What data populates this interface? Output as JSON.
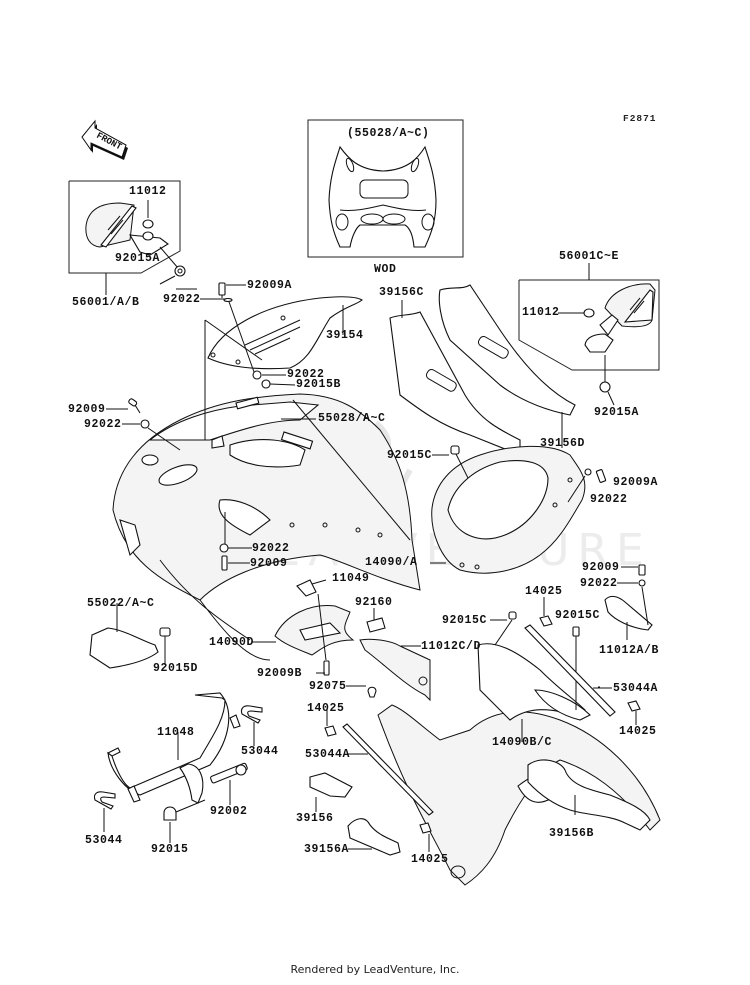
{
  "figure": {
    "number": "F2871",
    "front_indicator": "FRONT",
    "footer": "Rendered by LeadVenture, Inc.",
    "watermark": "LEADVENTURE"
  },
  "insets": {
    "wod": {
      "caption": "(55028/A~C)",
      "note": "WOD"
    },
    "left_mirror_box": {
      "parts": [
        "11012",
        "92015A"
      ],
      "assembly": "56001/A/B"
    },
    "right_mirror_box": {
      "parts": [
        "11012",
        "92015A"
      ],
      "assembly": "56001C~E"
    }
  },
  "labels": [
    {
      "id": "l01",
      "text": "11012"
    },
    {
      "id": "l02",
      "text": "92015A"
    },
    {
      "id": "l03",
      "text": "56001/A/B"
    },
    {
      "id": "l04",
      "text": "92009A"
    },
    {
      "id": "l05",
      "text": "92022"
    },
    {
      "id": "l06",
      "text": "39154"
    },
    {
      "id": "l07",
      "text": "92022"
    },
    {
      "id": "l08",
      "text": "92015B"
    },
    {
      "id": "l09",
      "text": "92009"
    },
    {
      "id": "l10",
      "text": "92022"
    },
    {
      "id": "l11",
      "text": "55028/A~C"
    },
    {
      "id": "l12",
      "text": "(55028/A~C)"
    },
    {
      "id": "l13",
      "text": "WOD"
    },
    {
      "id": "l14",
      "text": "39156C"
    },
    {
      "id": "l15",
      "text": "56001C~E"
    },
    {
      "id": "l16",
      "text": "11012"
    },
    {
      "id": "l17",
      "text": "92015A"
    },
    {
      "id": "l18",
      "text": "39156D"
    },
    {
      "id": "l19",
      "text": "92015C"
    },
    {
      "id": "l20",
      "text": "92009A"
    },
    {
      "id": "l21",
      "text": "92022"
    },
    {
      "id": "l22",
      "text": "92022"
    },
    {
      "id": "l23",
      "text": "92009"
    },
    {
      "id": "l24",
      "text": "14090/A"
    },
    {
      "id": "l25",
      "text": "11049"
    },
    {
      "id": "l26",
      "text": "55022/A~C"
    },
    {
      "id": "l27",
      "text": "92015D"
    },
    {
      "id": "l28",
      "text": "14090D"
    },
    {
      "id": "l29",
      "text": "92160"
    },
    {
      "id": "l30",
      "text": "92009B"
    },
    {
      "id": "l31",
      "text": "92075"
    },
    {
      "id": "l32",
      "text": "11012C/D"
    },
    {
      "id": "l33",
      "text": "92015C"
    },
    {
      "id": "l34",
      "text": "14025"
    },
    {
      "id": "l35",
      "text": "92015C"
    },
    {
      "id": "l36",
      "text": "92009"
    },
    {
      "id": "l37",
      "text": "92022"
    },
    {
      "id": "l38",
      "text": "11012A/B"
    },
    {
      "id": "l39",
      "text": "53044A"
    },
    {
      "id": "l40",
      "text": "14025"
    },
    {
      "id": "l41",
      "text": "11048"
    },
    {
      "id": "l42",
      "text": "53044"
    },
    {
      "id": "l43",
      "text": "53044"
    },
    {
      "id": "l44",
      "text": "92002"
    },
    {
      "id": "l45",
      "text": "92015"
    },
    {
      "id": "l46",
      "text": "14025"
    },
    {
      "id": "l47",
      "text": "53044A"
    },
    {
      "id": "l48",
      "text": "39156"
    },
    {
      "id": "l49",
      "text": "39156A"
    },
    {
      "id": "l50",
      "text": "14025"
    },
    {
      "id": "l51",
      "text": "14090B/C"
    },
    {
      "id": "l52",
      "text": "39156B"
    }
  ]
}
